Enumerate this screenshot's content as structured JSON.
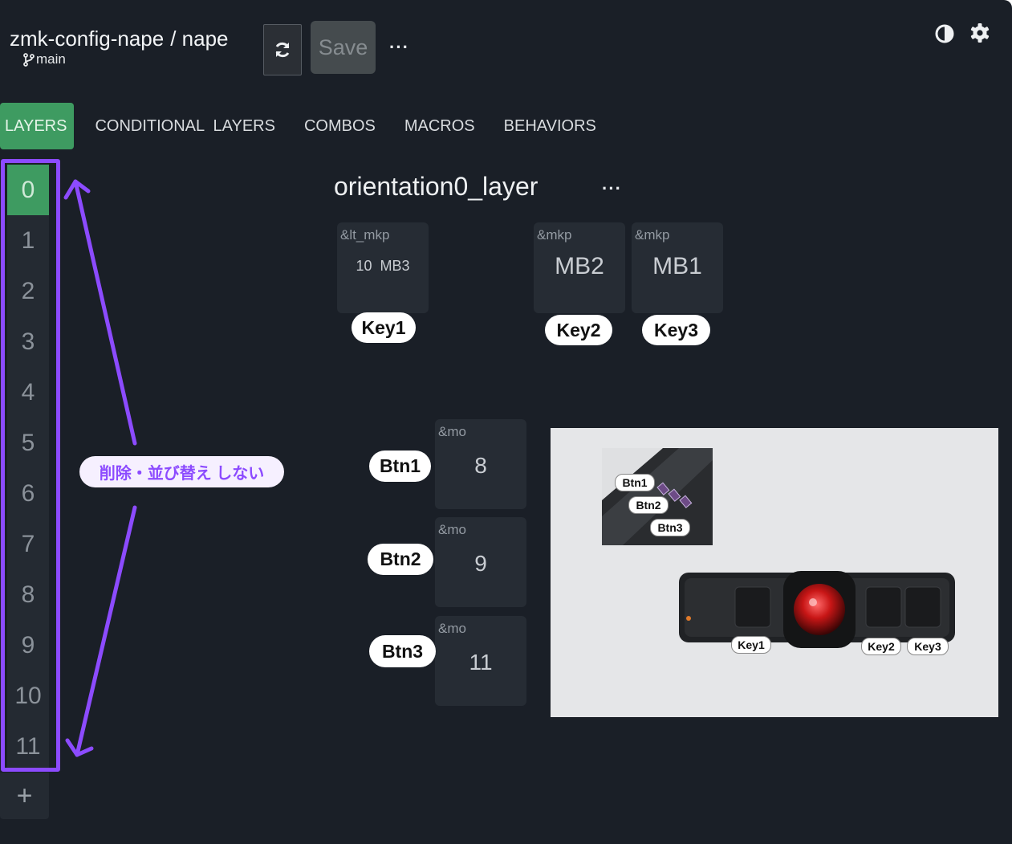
{
  "header": {
    "repo_name": "zmk-config-nape",
    "keyboard_name": "/ nape",
    "branch": "main",
    "save_label": "Save",
    "more_label": "···"
  },
  "tabs": [
    {
      "label": "LAYERS",
      "active": true
    },
    {
      "label": "CONDITIONAL  LAYERS"
    },
    {
      "label": "COMBOS"
    },
    {
      "label": "MACROS"
    },
    {
      "label": "BEHAVIORS"
    }
  ],
  "layers": [
    "0",
    "1",
    "2",
    "3",
    "4",
    "5",
    "6",
    "7",
    "8",
    "9",
    "10",
    "11"
  ],
  "selected_layer": "0",
  "add_layer_label": "+",
  "annotation": {
    "text": "削除・並び替え しない",
    "color": "#8c4bff"
  },
  "layer_title": "orientation0_layer",
  "layer_more_label": "···",
  "keys": {
    "key1": {
      "behavior": "&lt_mkp",
      "param": "10  MB3",
      "label": "Key1"
    },
    "key2": {
      "behavior": "&mkp",
      "param": "MB2",
      "label": "Key2"
    },
    "key3": {
      "behavior": "&mkp",
      "param": "MB1",
      "label": "Key3"
    },
    "btn1": {
      "behavior": "&mo",
      "param": "8",
      "label": "Btn1"
    },
    "btn2": {
      "behavior": "&mo",
      "param": "9",
      "label": "Btn2"
    },
    "btn3": {
      "behavior": "&mo",
      "param": "11",
      "label": "Btn3"
    }
  },
  "photo": {
    "labels": {
      "btn1": "Btn1",
      "btn2": "Btn2",
      "btn3": "Btn3",
      "key1": "Key1",
      "key2": "Key2",
      "key3": "Key3"
    }
  },
  "colors": {
    "accent": "#3e9b61",
    "annotation": "#8c4bff",
    "background": "#1a1f27"
  }
}
